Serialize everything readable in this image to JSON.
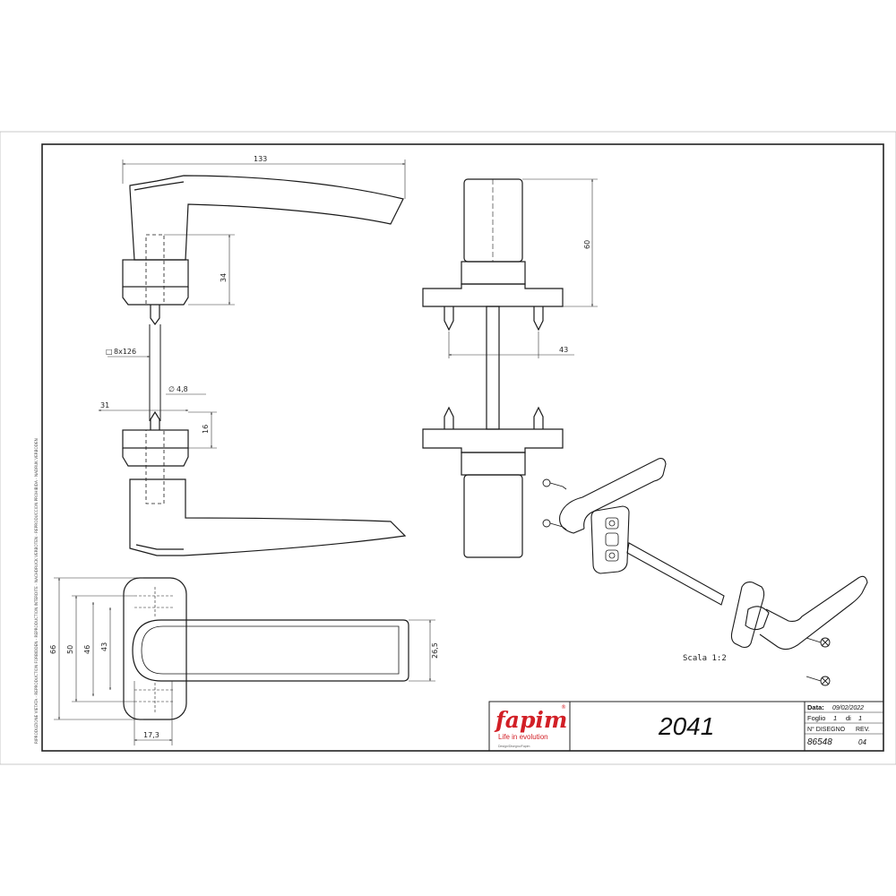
{
  "drawing": {
    "legal_notice": "RIPRODUZIONE VIETATA - REPRODUCTION FORBIDDEN - REPRODUCTION INTERDITE - NACHDRUCK VERBOTEN - REPRODUCCION PROHIBIDA - NADRUK VERBODEN",
    "scale_label": "Scala 1:2",
    "dimensions": {
      "width_overall": "133",
      "rose_to_handle": "34",
      "spindle": "8x126",
      "screw_dia": "4,8",
      "rose_dia": "31",
      "rose_height": "16",
      "height_side": "60",
      "screw_spacing": "43",
      "plate_66": "66",
      "plate_50": "50",
      "plate_46": "46",
      "plate_43": "43",
      "grip_height": "26,5",
      "grip_offset": "17,3"
    }
  },
  "title_block": {
    "brand": "fapim",
    "registered": "®",
    "tagline": "Life in evolution",
    "small_print": "Design/Disegno/Fapim",
    "model": "2041",
    "date_label": "Data:",
    "date_value": "09/02/2022",
    "sheet_label": "Foglio",
    "sheet_num": "1",
    "sheet_of": "di",
    "sheet_total": "1",
    "drawing_no_label": "N° DISEGNO",
    "rev_label": "REV.",
    "drawing_no": "86548",
    "rev": "04"
  },
  "colors": {
    "line": "#1a1a1a",
    "brand_red": "#d21f26",
    "frame": "#333333"
  }
}
